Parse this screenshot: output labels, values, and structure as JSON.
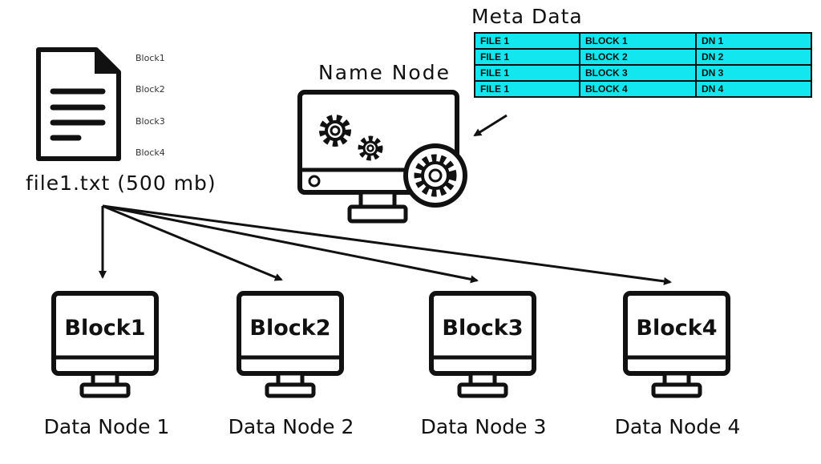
{
  "meta_data": {
    "title": "Meta Data",
    "table_color": "#12e6ee",
    "rows": [
      [
        "FILE 1",
        "BLOCK 1",
        "DN 1"
      ],
      [
        "FILE 1",
        "BLOCK 2",
        "DN 2"
      ],
      [
        "FILE 1",
        "BLOCK 3",
        "DN 3"
      ],
      [
        "FILE 1",
        "BLOCK 4",
        "DN 4"
      ]
    ]
  },
  "name_node": {
    "title": "Name Node",
    "icon": "computer-with-gears-icon"
  },
  "file": {
    "caption": "file1.txt (500 mb)",
    "icon": "document-icon",
    "blocks": [
      "Block1",
      "Block2",
      "Block3",
      "Block4"
    ]
  },
  "data_nodes": [
    {
      "screen_text": "Block1",
      "label": "Data Node 1"
    },
    {
      "screen_text": "Block2",
      "label": "Data Node 2"
    },
    {
      "screen_text": "Block3",
      "label": "Data Node 3"
    },
    {
      "screen_text": "Block4",
      "label": "Data Node 4"
    }
  ]
}
